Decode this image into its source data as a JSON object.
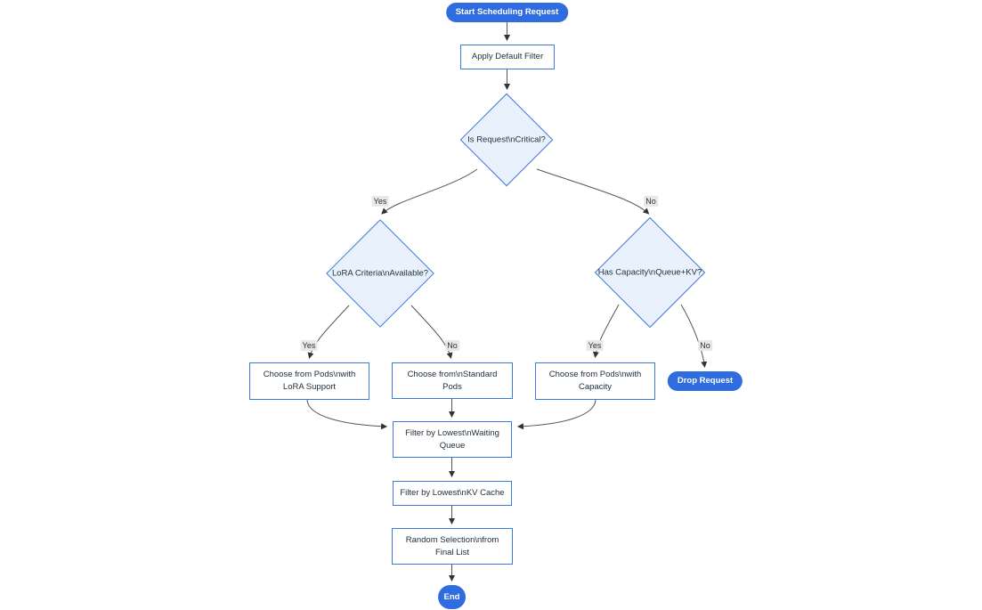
{
  "diagram": {
    "type": "flowchart",
    "direction": "top-down",
    "background": "#ffffff",
    "colors": {
      "terminator_fill": "#2f6cdf",
      "terminator_text": "#ffffff",
      "process_fill": "#ffffff",
      "process_border": "#3e7ad9",
      "decision_fill": "#e9f2fc",
      "decision_border": "#3e7ad9",
      "node_text": "#22303c",
      "edge_line": "#555555",
      "arrowhead": "#333333",
      "edge_label_bg": "#e8e8e8",
      "edge_label_text": "#333333"
    },
    "nodes": [
      {
        "id": "start",
        "shape": "stadium",
        "label": "Start Scheduling Request"
      },
      {
        "id": "apply_default_filter",
        "shape": "process",
        "label": "Apply Default Filter"
      },
      {
        "id": "is_request_critical",
        "shape": "decision",
        "label": "Is Request\\nCritical?"
      },
      {
        "id": "lora_criteria_available",
        "shape": "decision",
        "label": "LoRA Criteria\\nAvailable?"
      },
      {
        "id": "has_capacity_queue_kv",
        "shape": "decision",
        "label": "Has Capacity\\nQueue+KV?"
      },
      {
        "id": "choose_lora_pods",
        "shape": "process",
        "label": "Choose from Pods\\nwith LoRA Support",
        "lines": [
          "Choose from Pods\\nwith",
          "LoRA Support"
        ]
      },
      {
        "id": "choose_standard_pods",
        "shape": "process",
        "label": "Choose from\\nStandard Pods",
        "lines": [
          "Choose from\\nStandard",
          "Pods"
        ]
      },
      {
        "id": "choose_capacity_pods",
        "shape": "process",
        "label": "Choose from Pods\\nwith Capacity",
        "lines": [
          "Choose from Pods\\nwith",
          "Capacity"
        ]
      },
      {
        "id": "drop_request",
        "shape": "stadium",
        "label": "Drop Request"
      },
      {
        "id": "filter_waiting_queue",
        "shape": "process",
        "label": "Filter by Lowest\\nWaiting Queue",
        "lines": [
          "Filter by Lowest\\nWaiting",
          "Queue"
        ]
      },
      {
        "id": "filter_kv_cache",
        "shape": "process",
        "label": "Filter by Lowest\\nKV Cache"
      },
      {
        "id": "random_selection",
        "shape": "process",
        "label": "Random Selection\\nfrom Final List",
        "lines": [
          "Random Selection\\nfrom",
          "Final List"
        ]
      },
      {
        "id": "end",
        "shape": "stadium",
        "label": "End"
      }
    ],
    "edges": [
      {
        "from": "start",
        "to": "apply_default_filter"
      },
      {
        "from": "apply_default_filter",
        "to": "is_request_critical"
      },
      {
        "from": "is_request_critical",
        "to": "lora_criteria_available",
        "label": "Yes"
      },
      {
        "from": "is_request_critical",
        "to": "has_capacity_queue_kv",
        "label": "No"
      },
      {
        "from": "lora_criteria_available",
        "to": "choose_lora_pods",
        "label": "Yes"
      },
      {
        "from": "lora_criteria_available",
        "to": "choose_standard_pods",
        "label": "No"
      },
      {
        "from": "has_capacity_queue_kv",
        "to": "choose_capacity_pods",
        "label": "Yes"
      },
      {
        "from": "has_capacity_queue_kv",
        "to": "drop_request",
        "label": "No"
      },
      {
        "from": "choose_lora_pods",
        "to": "filter_waiting_queue"
      },
      {
        "from": "choose_standard_pods",
        "to": "filter_waiting_queue"
      },
      {
        "from": "choose_capacity_pods",
        "to": "filter_waiting_queue"
      },
      {
        "from": "filter_waiting_queue",
        "to": "filter_kv_cache"
      },
      {
        "from": "filter_kv_cache",
        "to": "random_selection"
      },
      {
        "from": "random_selection",
        "to": "end"
      }
    ]
  }
}
